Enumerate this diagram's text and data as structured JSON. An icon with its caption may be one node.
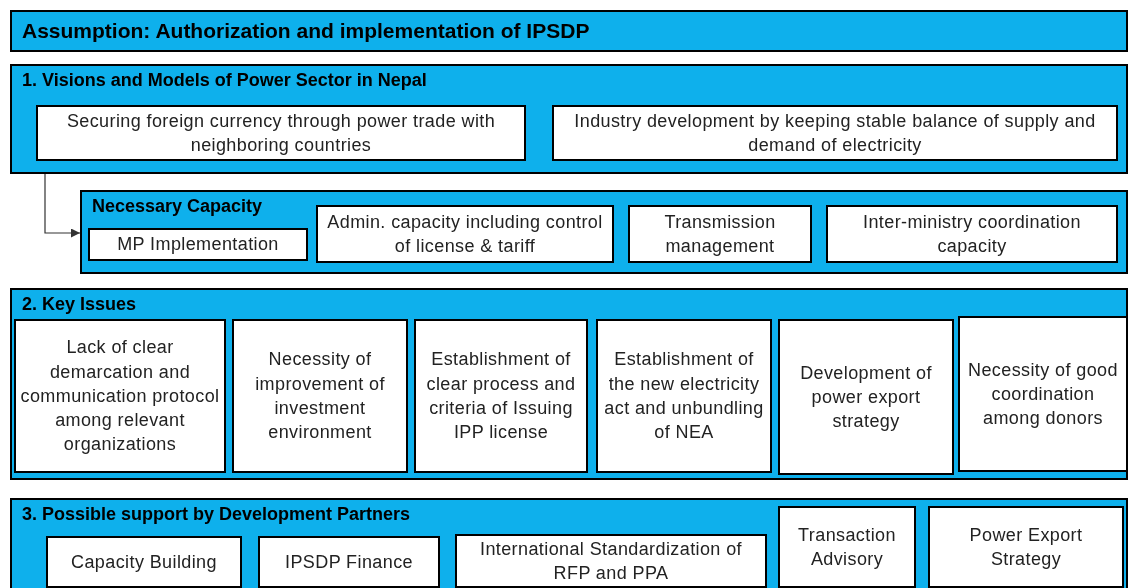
{
  "diagram": {
    "nodes": [
      {
        "text": [
          "Assumption: Authorization and implementation of IPSDP"
        ]
      },
      {
        "text": [
          "1. Visions and Models of Power Sector in Nepal"
        ]
      },
      {
        "text": [
          "Securing foreign currency through power trade with neighboring countries"
        ],
        "in": 1
      },
      {
        "text": [
          "Industry development by keeping stable balance of supply and demand of electricity"
        ],
        "in": 1
      },
      {
        "text": [
          "Necessary Capacity"
        ]
      },
      {
        "text": [
          "MP Implementation"
        ],
        "in": 4
      },
      {
        "text": [
          "Admin. capacity including control of license & tariff"
        ],
        "in": 4
      },
      {
        "text": [
          "Transmission management"
        ],
        "in": 4
      },
      {
        "text": [
          "Inter-ministry coordination capacity"
        ],
        "in": 4
      },
      {
        "text": [
          "2. Key Issues"
        ]
      },
      {
        "text": [
          "Lack of clear demarcation and communication protocol among relevant organizations"
        ],
        "in": 9
      },
      {
        "text": [
          "Necessity of improvement of investment environment"
        ],
        "in": 9
      },
      {
        "text": [
          "Establishment of clear process and criteria of Issuing IPP license"
        ],
        "in": 9
      },
      {
        "text": [
          "Establishment of the new electricity act and unbundling of NEA"
        ],
        "in": 9
      },
      {
        "text": [
          "Development of power export strategy"
        ],
        "in": 9
      },
      {
        "text": [
          "Necessity of good coordination among donors"
        ],
        "in": 9
      },
      {
        "text": [
          "3. Possible support by Development Partners"
        ]
      },
      {
        "text": [
          "Capacity Building"
        ],
        "in": 16
      },
      {
        "text": [
          "IPSDP Finance"
        ],
        "in": 16
      },
      {
        "text": [
          "International Standardization of RFP and PPA"
        ],
        "in": 16
      },
      {
        "text": [
          "Transaction Advisory"
        ],
        "in": 16
      },
      {
        "text": [
          "Power Export Strategy"
        ],
        "in": 16
      }
    ],
    "edges": [
      {
        "from": 1,
        "to": 4,
        "arrow": "to"
      }
    ]
  }
}
